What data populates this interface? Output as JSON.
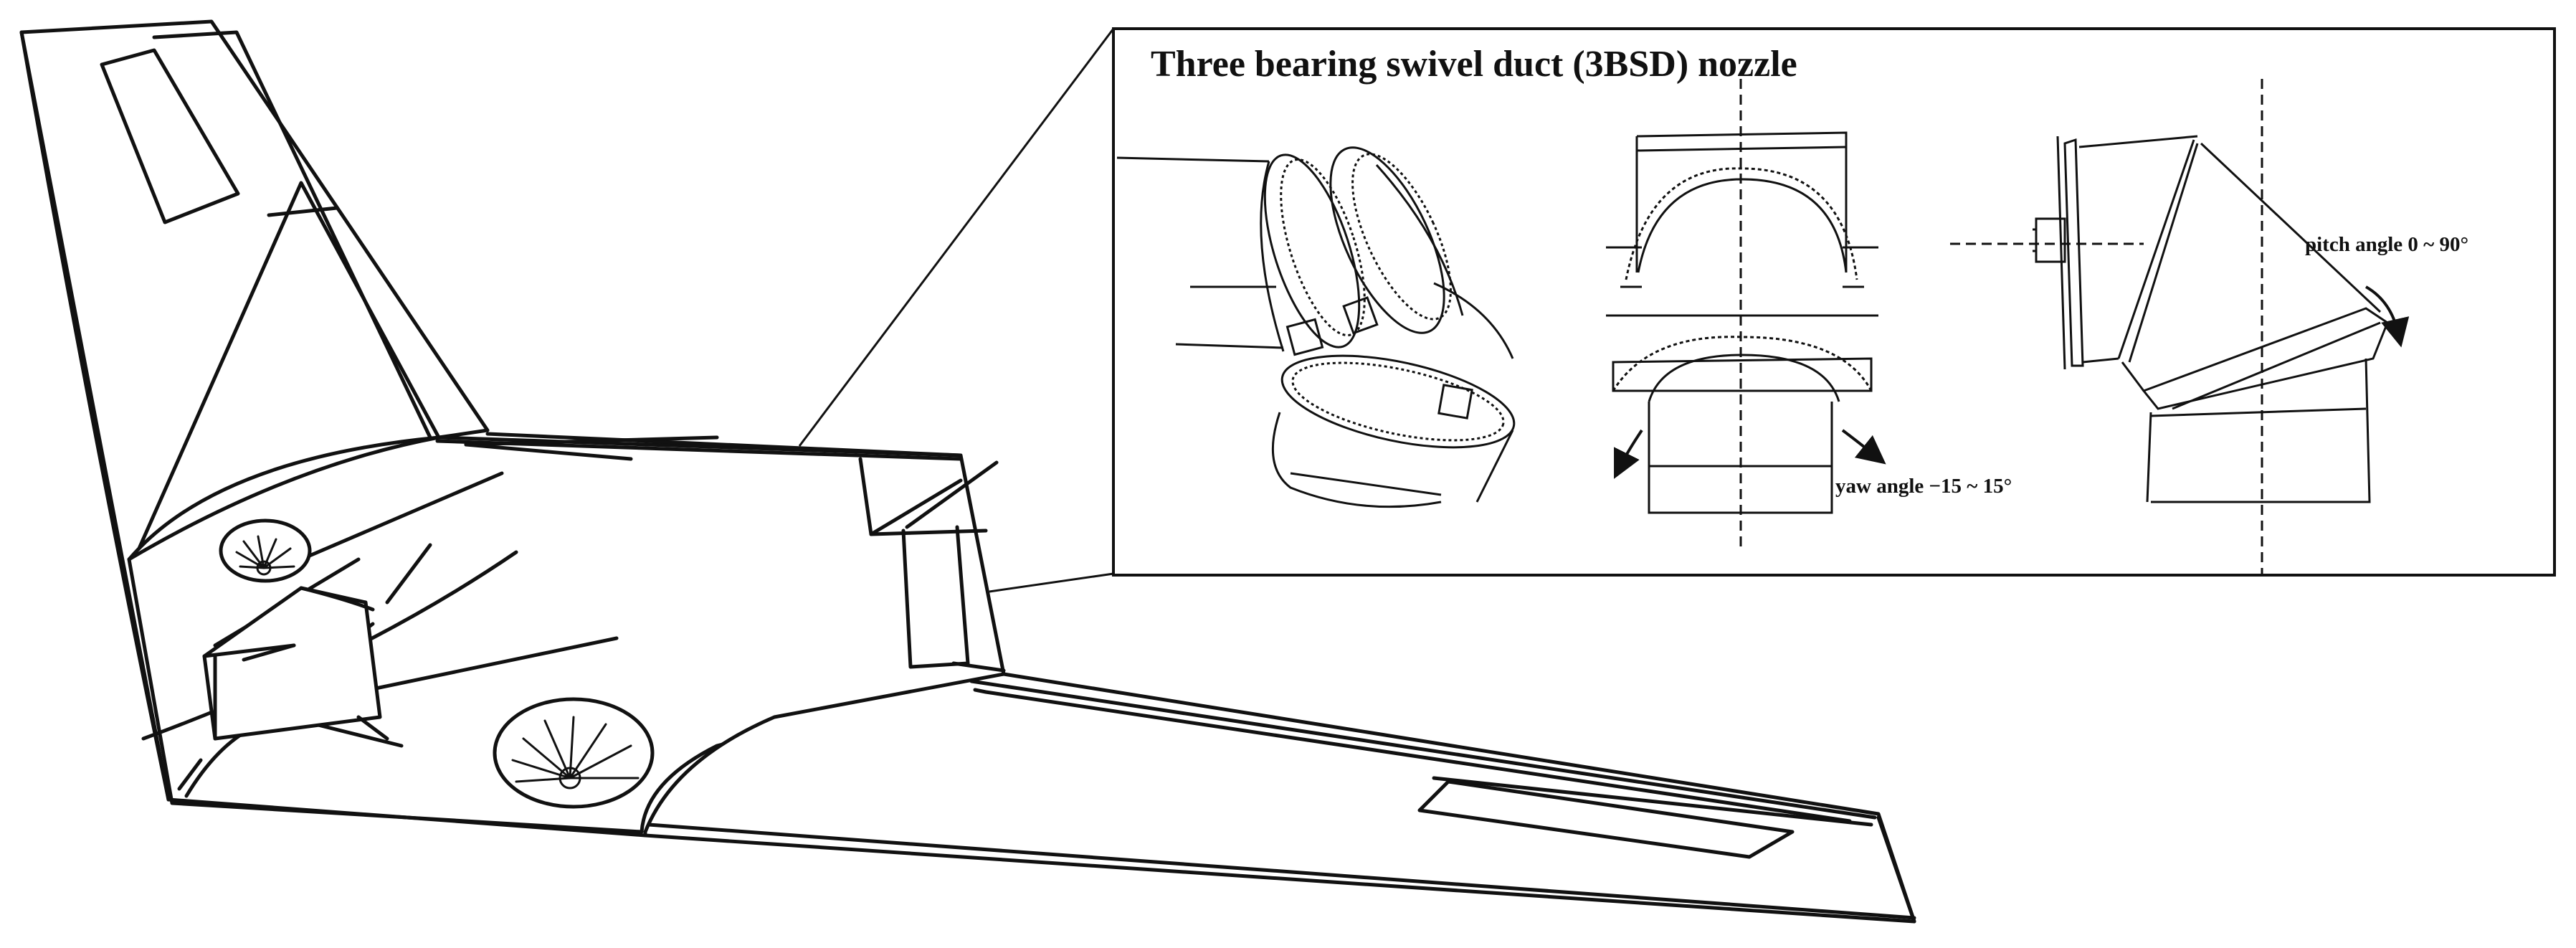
{
  "figure": {
    "inset_title": "Three bearing swivel duct (3BSD) nozzle",
    "yaw_label": "yaw angle −15 ~ 15°",
    "pitch_label": "pitch angle 0 ~ 90°"
  },
  "colors": {
    "line": "#111111",
    "background": "#ffffff"
  },
  "icons": [
    "fan-inlet-icon",
    "curved-arrow-icon"
  ]
}
